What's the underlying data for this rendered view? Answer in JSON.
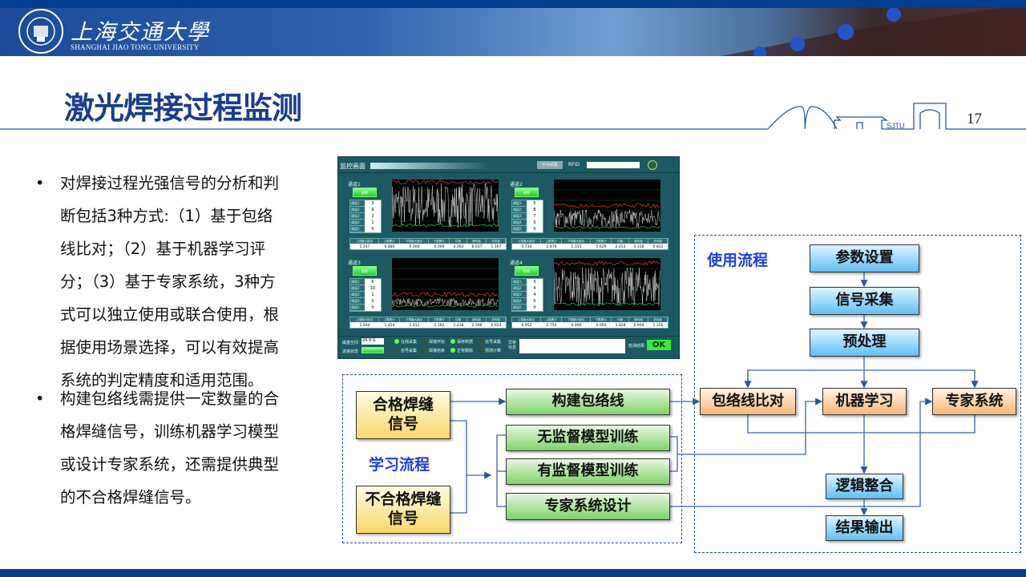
{
  "header": {
    "university_cn": "上海交通大學",
    "university_en": "SHANGHAI JIAO TONG UNIVERSITY",
    "skyline_label": "SJTU"
  },
  "title": "激光焊接过程监测",
  "page_number": "17",
  "bullets": [
    {
      "lines": [
        "对焊接过程光强信号的分析和判",
        "断包括3种方式:（1）基于包络",
        "线比对；（2）基于机器学习评",
        "分；（3）基于专家系统，3种方",
        "式可以独立使用或联合使用，根",
        "据使用场景选择，可以有效提高",
        "系统的判定精度和适用范围。"
      ]
    },
    {
      "lines": [
        "构建包络线需提供一定数量的合",
        "格焊缝信号，训练机器学习模型",
        "或设计专家系统，还需提供典型",
        "的不合格焊缝信号。"
      ]
    }
  ],
  "monitor": {
    "title": "监控画面",
    "manual_button": "手动采集",
    "rfid_label": "RFID",
    "rfid_value": "",
    "threshold_labels": [
      "阈值1",
      "阈值2",
      "阈值3",
      "阈值4",
      "阈值5"
    ],
    "stat_headers": [
      "上限最大超出",
      "上限累计",
      "下限最大超出",
      "下限累计",
      "均值",
      "峰均值",
      "总均值"
    ],
    "channels": [
      {
        "name": "通道1",
        "button": "报警",
        "thresholds": [
          3,
          9,
          3,
          1,
          0
        ],
        "stats": [
          "1.147",
          "6.880",
          "0.000",
          "0.000",
          "4.263",
          "8.037",
          "1.167"
        ]
      },
      {
        "name": "通道2",
        "button": "报警",
        "thresholds": [
          5,
          8,
          7,
          0,
          0
        ],
        "stats": [
          "0.734",
          "1.876",
          "1.315",
          "5.629",
          "2.453",
          "4.318",
          "0.822"
        ]
      },
      {
        "name": "通道3",
        "button": "报警",
        "thresholds": [
          6,
          10,
          1,
          0,
          0
        ],
        "stats": [
          "1.044",
          "1.454",
          "1.011",
          "2.162",
          "1.438",
          "2.396",
          "0.624"
        ]
      },
      {
        "name": "通道4",
        "button": "报警",
        "thresholds": [
          3,
          4,
          4,
          0,
          0
        ],
        "stats": [
          "0.952",
          "2.754",
          "0.000",
          "0.000",
          "3.828",
          "6.904",
          "1.356"
        ]
      }
    ],
    "disk_label": "磁盘空间",
    "disk_value": "29.9 G",
    "conn_label": "连接状态",
    "indicators": [
      {
        "label": "在线采集",
        "on": true
      },
      {
        "label": "焊接开始",
        "on": false
      },
      {
        "label": "保存数据",
        "on": true
      },
      {
        "label": "信号采集",
        "on": false
      },
      {
        "label": "信号采集",
        "on": false
      },
      {
        "label": "焊接结束",
        "on": false
      },
      {
        "label": "正常删除",
        "on": true
      },
      {
        "label": "预测计算",
        "on": false
      }
    ],
    "error_label": "异常信息",
    "result_label": "检测结果",
    "result_value": "OK"
  },
  "usage_flow": {
    "label": "使用流程",
    "steps": [
      "参数设置",
      "信号采集",
      "预处理"
    ],
    "methods": [
      "包络线比对",
      "机器学习",
      "专家系统"
    ],
    "integrate": "逻辑整合",
    "output": "结果输出"
  },
  "learning_flow": {
    "label": "学习流程",
    "inputs": [
      "合格焊缝信号",
      "不合格焊缝信号"
    ],
    "tasks": [
      "构建包络线",
      "无监督模型训练",
      "有监督模型训练",
      "专家系统设计"
    ]
  }
}
